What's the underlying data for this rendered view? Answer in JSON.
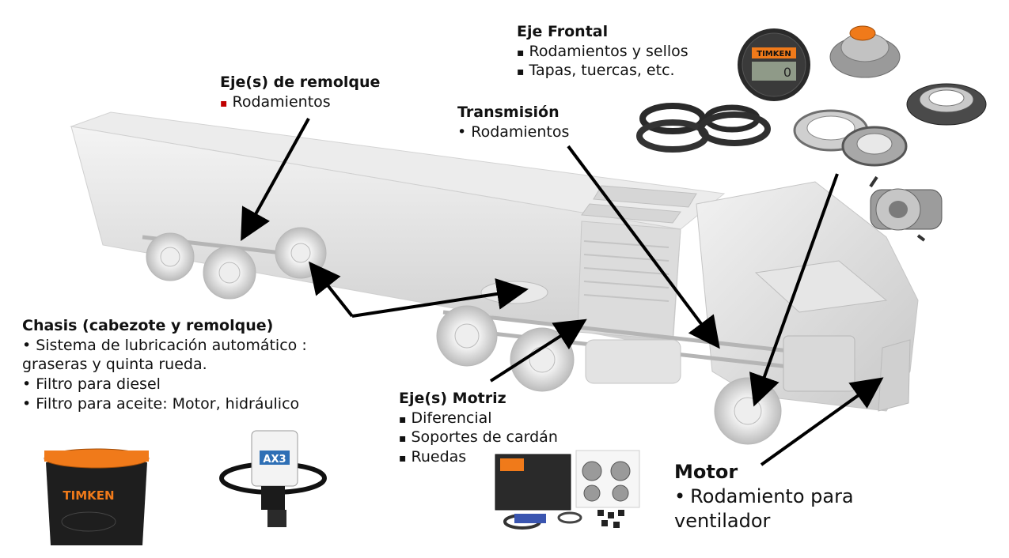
{
  "colors": {
    "accent_red": "#c00000",
    "timken_orange": "#f07a1a",
    "truck_gray": "#d8d8d8"
  },
  "labels": {
    "eje_frontal": {
      "title": "Eje Frontal",
      "items": [
        "Rodamientos y sellos",
        "Tapas, tuercas, etc."
      ]
    },
    "eje_remolque": {
      "title": "Eje(s) de remolque",
      "items": [
        "Rodamientos"
      ]
    },
    "transmision": {
      "title": "Transmisión",
      "items": [
        "Rodamientos"
      ]
    },
    "chasis": {
      "title": "Chasis (cabezote y remolque)",
      "items": [
        "Sistema de lubricación automático :",
        "graseras y quinta rueda.",
        "Filtro para diesel",
        "Filtro para aceite: Motor, hidráulico"
      ]
    },
    "eje_motriz": {
      "title": "Eje(s) Motriz",
      "items": [
        "Diferencial",
        "Soportes de cardán",
        "Ruedas"
      ]
    },
    "motor": {
      "title": "Motor",
      "items": [
        "Rodamiento para",
        "ventilador"
      ]
    }
  },
  "products": {
    "gauge_brand": "TIMKEN",
    "gauge_value": "0",
    "bucket_brand": "TIMKEN",
    "lubricator_model": "AX3"
  },
  "icons": [
    "truck-illustration",
    "bearing-icon",
    "seal-icon",
    "grease-bucket-icon",
    "lubricator-icon",
    "repair-kit-icon"
  ]
}
